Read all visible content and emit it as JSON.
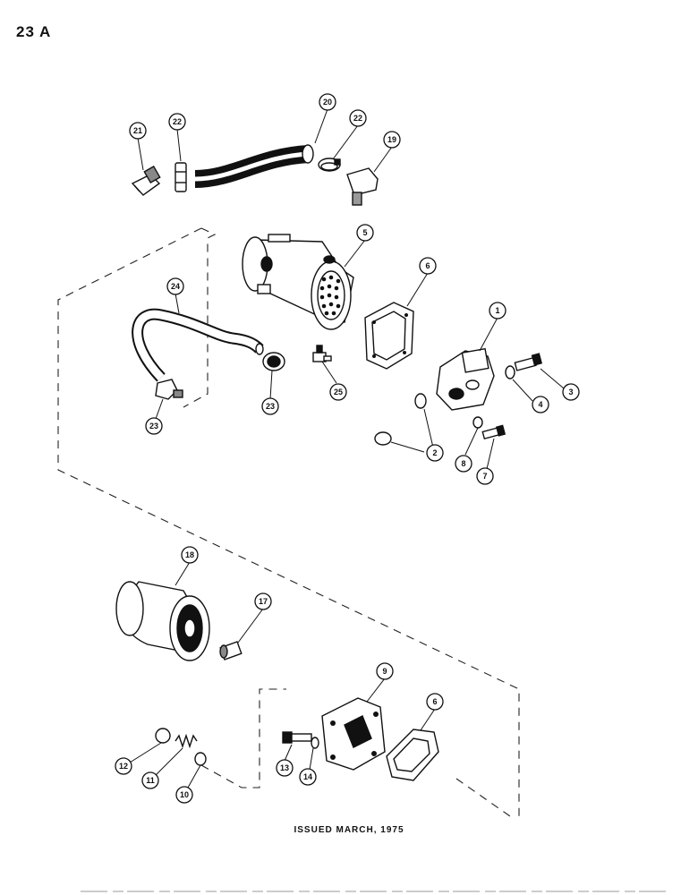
{
  "page": {
    "page_number": "23 A",
    "issued_note": "ISSUED MARCH, 1975"
  },
  "callouts": {
    "c1": "1",
    "c2": "2",
    "c3": "3",
    "c4": "4",
    "c5": "5",
    "c6a": "6",
    "c6b": "6",
    "c7": "7",
    "c8": "8",
    "c9": "9",
    "c10": "10",
    "c11": "11",
    "c12": "12",
    "c13": "13",
    "c14": "14",
    "c17": "17",
    "c18": "18",
    "c19": "19",
    "c20": "20",
    "c21": "21",
    "c22a": "22",
    "c22b": "22",
    "c23a": "23",
    "c23b": "23",
    "c24": "24",
    "c25": "25"
  },
  "colors": {
    "ink": "#111111",
    "paper": "#ffffff"
  }
}
